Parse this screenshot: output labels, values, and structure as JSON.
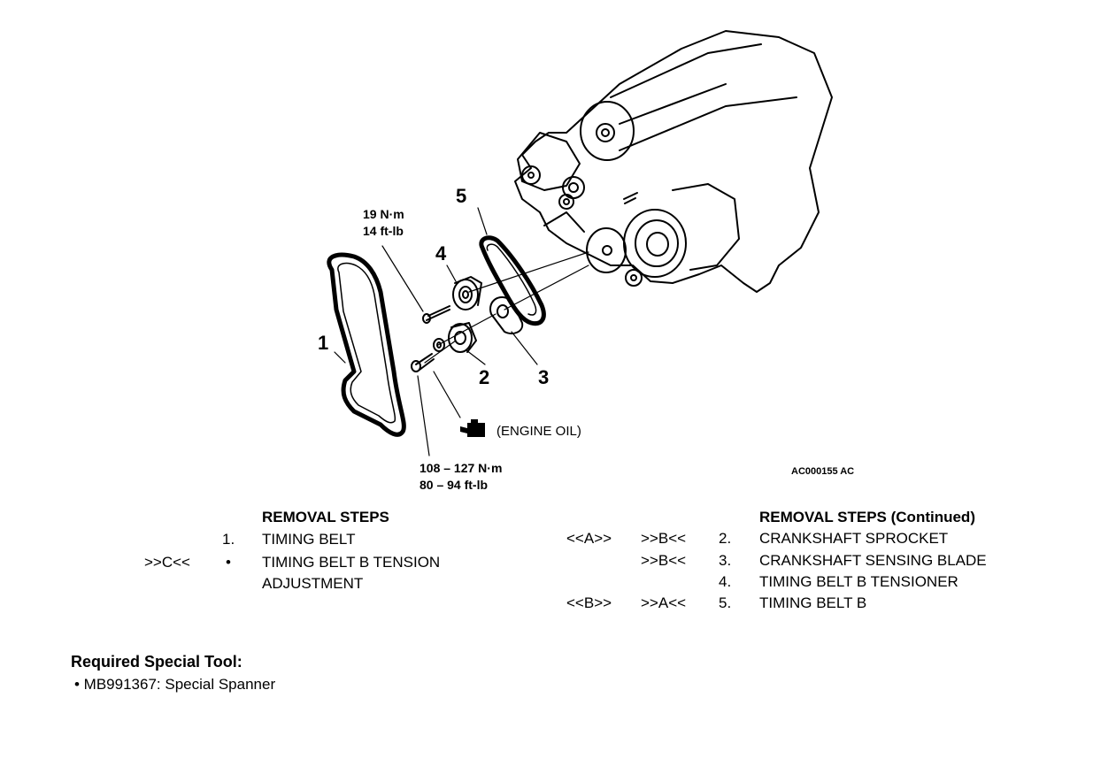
{
  "diagram": {
    "callouts": [
      "1",
      "2",
      "3",
      "4",
      "5"
    ],
    "torque_upper": [
      "19 N·m",
      "14 ft-lb"
    ],
    "torque_lower": [
      "108 – 127 N·m",
      "80 – 94 ft-lb"
    ],
    "oil_note": "(ENGINE OIL)",
    "figure_code": "AC000155 AC"
  },
  "steps_left": {
    "heading": "REMOVAL STEPS",
    "rows": [
      {
        "ref": "",
        "num": "1.",
        "text": "TIMING BELT"
      },
      {
        "ref": ">>C<<",
        "num": "•",
        "text": "TIMING BELT B TENSION"
      },
      {
        "ref": "",
        "num": "",
        "text": "ADJUSTMENT"
      }
    ]
  },
  "steps_right": {
    "heading": "REMOVAL STEPS (Continued)",
    "rows": [
      {
        "ref1": "<<A>>",
        "ref2": ">>B<<",
        "num": "2.",
        "text": "CRANKSHAFT SPROCKET"
      },
      {
        "ref1": "",
        "ref2": ">>B<<",
        "num": "3.",
        "text": "CRANKSHAFT SENSING BLADE"
      },
      {
        "ref1": "",
        "ref2": "",
        "num": "4.",
        "text": "TIMING BELT B TENSIONER"
      },
      {
        "ref1": "<<B>>",
        "ref2": ">>A<<",
        "num": "5.",
        "text": "TIMING BELT B"
      }
    ]
  },
  "special_tool": {
    "title": "Required Special Tool:",
    "item": "• MB991367: Special Spanner"
  },
  "icon": "oil-can-icon"
}
